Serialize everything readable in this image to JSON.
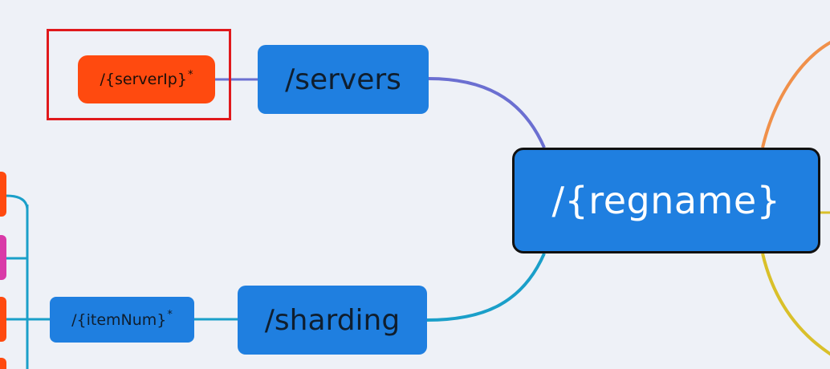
{
  "diagram": {
    "root": {
      "label": "/{regname}"
    },
    "servers": {
      "label": "/servers"
    },
    "serverip": {
      "label": "/{serverIp}",
      "suffix": "*"
    },
    "sharding": {
      "label": "/sharding"
    },
    "itemnum": {
      "label": "/{itemNum}",
      "suffix": "*"
    }
  },
  "colors": {
    "node_blue": "#1f7fe0",
    "node_orange": "#ff4a0f",
    "node_magenta": "#d93aa8",
    "highlight_red": "#e0191c",
    "link_purple": "#6b6fd1",
    "link_teal": "#1a9fc9",
    "link_orange": "#f0904a",
    "link_yellow": "#d9c02a",
    "background": "#eef1f7"
  }
}
